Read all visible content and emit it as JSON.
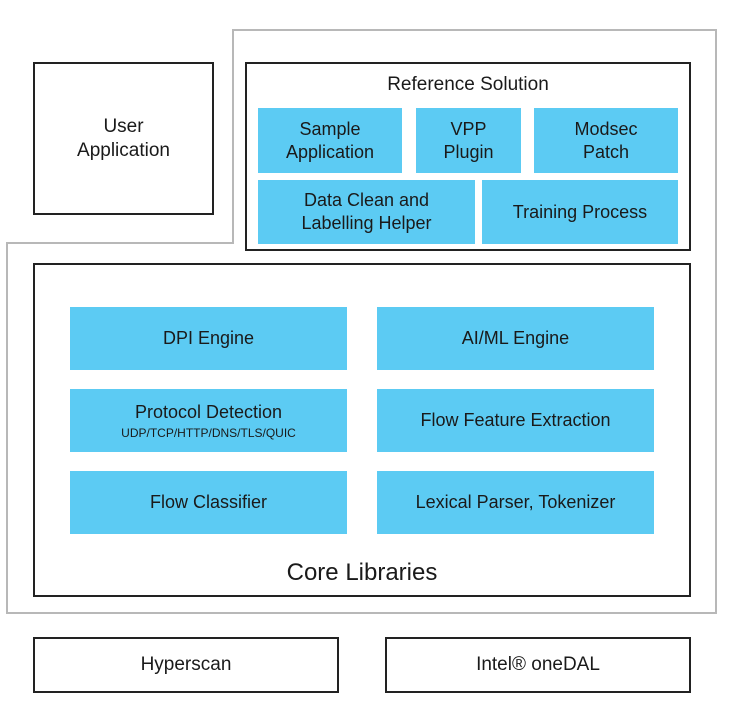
{
  "user_application": {
    "line1": "User",
    "line2": "Application"
  },
  "reference_solution": {
    "title": "Reference Solution",
    "sample_app": {
      "line1": "Sample",
      "line2": "Application"
    },
    "vpp_plugin": {
      "line1": "VPP",
      "line2": "Plugin"
    },
    "modsec_patch": {
      "line1": "Modsec",
      "line2": "Patch"
    },
    "data_clean": {
      "line1": "Data Clean and",
      "line2": "Labelling Helper"
    },
    "training_process": "Training Process"
  },
  "core_libraries": {
    "title": "Core Libraries",
    "dpi_engine": "DPI Engine",
    "aiml_engine": "AI/ML Engine",
    "protocol_detection": "Protocol Detection",
    "protocol_list": "UDP/TCP/HTTP/DNS/TLS/QUIC",
    "flow_feature_extraction": "Flow Feature Extraction",
    "flow_classifier": "Flow Classifier",
    "lexical_parser": "Lexical Parser, Tokenizer"
  },
  "dependencies": {
    "hyperscan": "Hyperscan",
    "onedal": "Intel® oneDAL"
  },
  "colors": {
    "block_fill": "#5ccbf3",
    "border": "#222222",
    "outline": "#b8b8b8"
  }
}
